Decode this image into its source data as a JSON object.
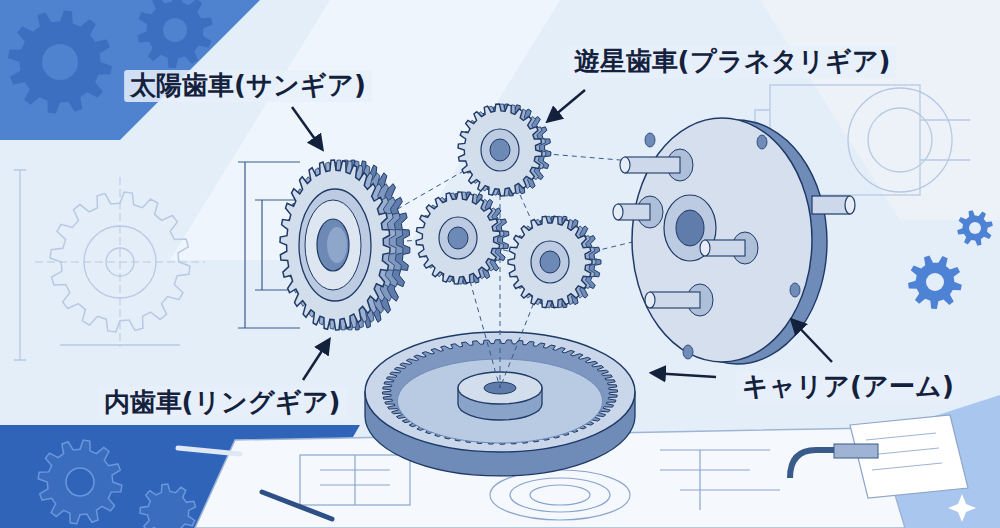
{
  "diagram": {
    "labels": [
      "太陽歯車(サンギア)",
      "遊星歯車(プラネタリギア)",
      "内歯車(リングギア)",
      "キャリア(アーム)"
    ]
  }
}
